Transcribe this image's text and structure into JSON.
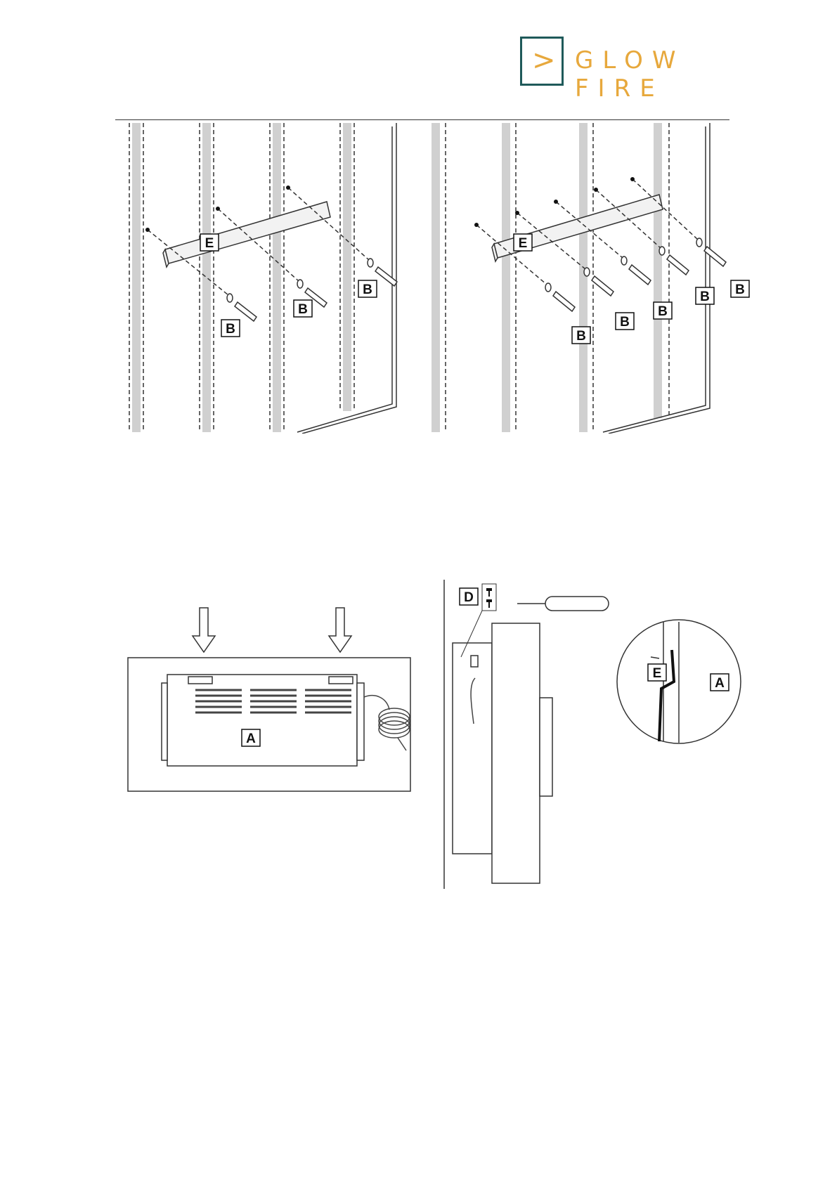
{
  "header": {
    "brand_chevron": ">",
    "brand_name": "GLOW FIRE",
    "brand_color": "#e7a83c",
    "frame_color": "#1f5a5a"
  },
  "figure_top_left": {
    "bracket_label": "E",
    "screw_labels": [
      "B",
      "B",
      "B"
    ]
  },
  "figure_top_right": {
    "bracket_label": "E",
    "screw_labels": [
      "B",
      "B",
      "B",
      "B",
      "B"
    ]
  },
  "figure_bottom_left": {
    "unit_label": "A"
  },
  "figure_bottom_right": {
    "screw_label": "D",
    "detail_bracket_label": "E",
    "detail_unit_label": "A"
  }
}
